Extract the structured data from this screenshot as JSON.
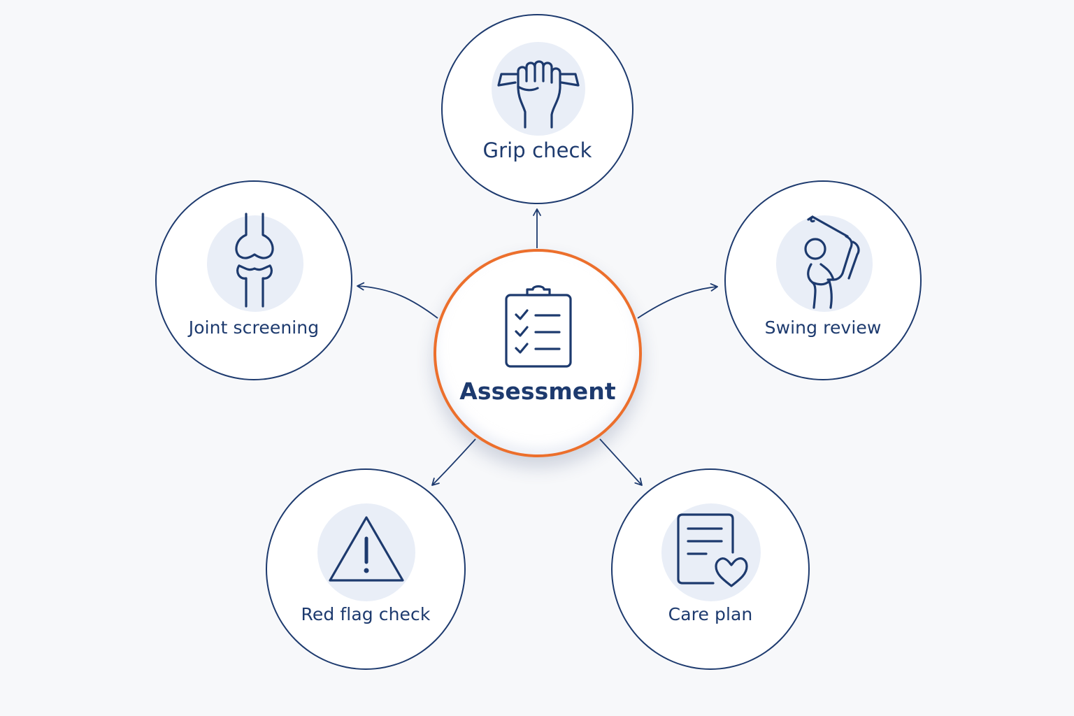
{
  "diagram": {
    "center": {
      "label": "Assessment",
      "icon": "clipboard-checklist-icon",
      "accent_color": "#ec6f2c"
    },
    "nodes": [
      {
        "id": "grip",
        "label": "Grip check",
        "icon": "hand-grip-icon"
      },
      {
        "id": "joint",
        "label": "Joint screening",
        "icon": "knee-joint-icon"
      },
      {
        "id": "swing",
        "label": "Swing review",
        "icon": "golfer-swing-icon"
      },
      {
        "id": "redflag",
        "label": "Red flag check",
        "icon": "warning-triangle-icon"
      },
      {
        "id": "care",
        "label": "Care plan",
        "icon": "document-heart-icon"
      }
    ],
    "colors": {
      "primary": "#1d3a6e",
      "icon_background": "#e9eef7",
      "background": "#f7f8fa"
    }
  }
}
